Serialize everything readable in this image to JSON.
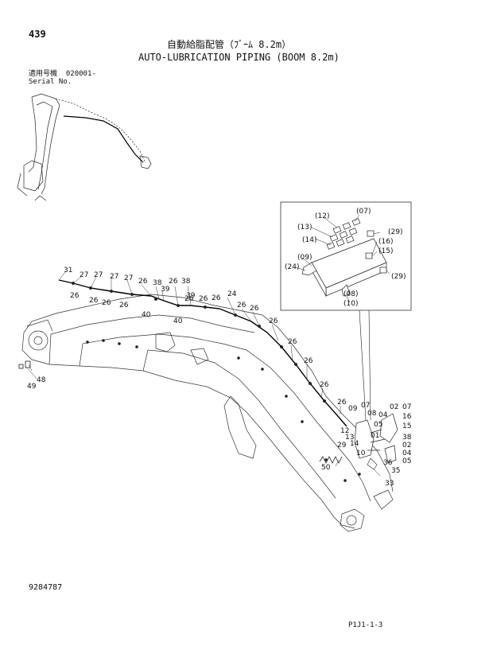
{
  "page_number": "439",
  "title_jp": "自動給脂配管（ﾌﾞｰﾑ 8.2m）",
  "title_en": "AUTO-LUBRICATION PIPING (BOOM 8.2m)",
  "serial_label_jp": "適用号機",
  "serial_value": "020001-",
  "serial_label_en": "Serial No.",
  "part_number": "9284787",
  "drawing_code": "P1J1-1-3",
  "callouts": [
    {
      "id": "c31",
      "text": "31"
    },
    {
      "id": "c27a",
      "text": "27"
    },
    {
      "id": "c27b",
      "text": "27"
    },
    {
      "id": "c27c",
      "text": "27"
    },
    {
      "id": "c27d",
      "text": "27"
    },
    {
      "id": "c26a",
      "text": "26"
    },
    {
      "id": "c26b",
      "text": "26"
    },
    {
      "id": "c26c",
      "text": "26"
    },
    {
      "id": "c26d",
      "text": "26"
    },
    {
      "id": "c26e",
      "text": "26"
    },
    {
      "id": "c26f",
      "text": "26"
    },
    {
      "id": "c26g",
      "text": "26"
    },
    {
      "id": "c26h",
      "text": "26"
    },
    {
      "id": "c26i",
      "text": "26"
    },
    {
      "id": "c26j",
      "text": "26"
    },
    {
      "id": "c26k",
      "text": "26"
    },
    {
      "id": "c26l",
      "text": "26"
    },
    {
      "id": "c26m",
      "text": "26"
    },
    {
      "id": "c26n",
      "text": "26"
    },
    {
      "id": "c26o",
      "text": "26"
    },
    {
      "id": "c26p",
      "text": "26"
    },
    {
      "id": "c38a",
      "text": "38"
    },
    {
      "id": "c39a",
      "text": "39"
    },
    {
      "id": "c38b",
      "text": "38"
    },
    {
      "id": "c39b",
      "text": "39"
    },
    {
      "id": "c40a",
      "text": "40"
    },
    {
      "id": "c40b",
      "text": "40"
    },
    {
      "id": "c24",
      "text": "24"
    },
    {
      "id": "c49",
      "text": "49"
    },
    {
      "id": "c48",
      "text": "48"
    },
    {
      "id": "c09",
      "text": "09"
    },
    {
      "id": "c07a",
      "text": "07"
    },
    {
      "id": "c08",
      "text": "08"
    },
    {
      "id": "c02a",
      "text": "02"
    },
    {
      "id": "c07b",
      "text": "07"
    },
    {
      "id": "c04a",
      "text": "04"
    },
    {
      "id": "c16",
      "text": "16"
    },
    {
      "id": "c05a",
      "text": "05"
    },
    {
      "id": "c15",
      "text": "15"
    },
    {
      "id": "c12",
      "text": "12"
    },
    {
      "id": "c01",
      "text": "01"
    },
    {
      "id": "c13",
      "text": "13"
    },
    {
      "id": "c14",
      "text": "14"
    },
    {
      "id": "c38c",
      "text": "38"
    },
    {
      "id": "c29",
      "text": "29"
    },
    {
      "id": "c02b",
      "text": "02"
    },
    {
      "id": "c10",
      "text": "10"
    },
    {
      "id": "c04b",
      "text": "04"
    },
    {
      "id": "c05b",
      "text": "05"
    },
    {
      "id": "c36",
      "text": "36"
    },
    {
      "id": "c50",
      "text": "50"
    },
    {
      "id": "c35",
      "text": "35"
    },
    {
      "id": "c33",
      "text": "33"
    }
  ],
  "inset_callouts": [
    {
      "id": "i07",
      "text": "(07)"
    },
    {
      "id": "i12",
      "text": "(12)"
    },
    {
      "id": "i13",
      "text": "(13)"
    },
    {
      "id": "i14",
      "text": "(14)"
    },
    {
      "id": "i29a",
      "text": "(29)"
    },
    {
      "id": "i16",
      "text": "(16)"
    },
    {
      "id": "i15",
      "text": "(15)"
    },
    {
      "id": "i09",
      "text": "(09)"
    },
    {
      "id": "i24",
      "text": "(24)"
    },
    {
      "id": "i29b",
      "text": "(29)"
    },
    {
      "id": "i08",
      "text": "(08)"
    },
    {
      "id": "i10",
      "text": "(10)"
    }
  ]
}
